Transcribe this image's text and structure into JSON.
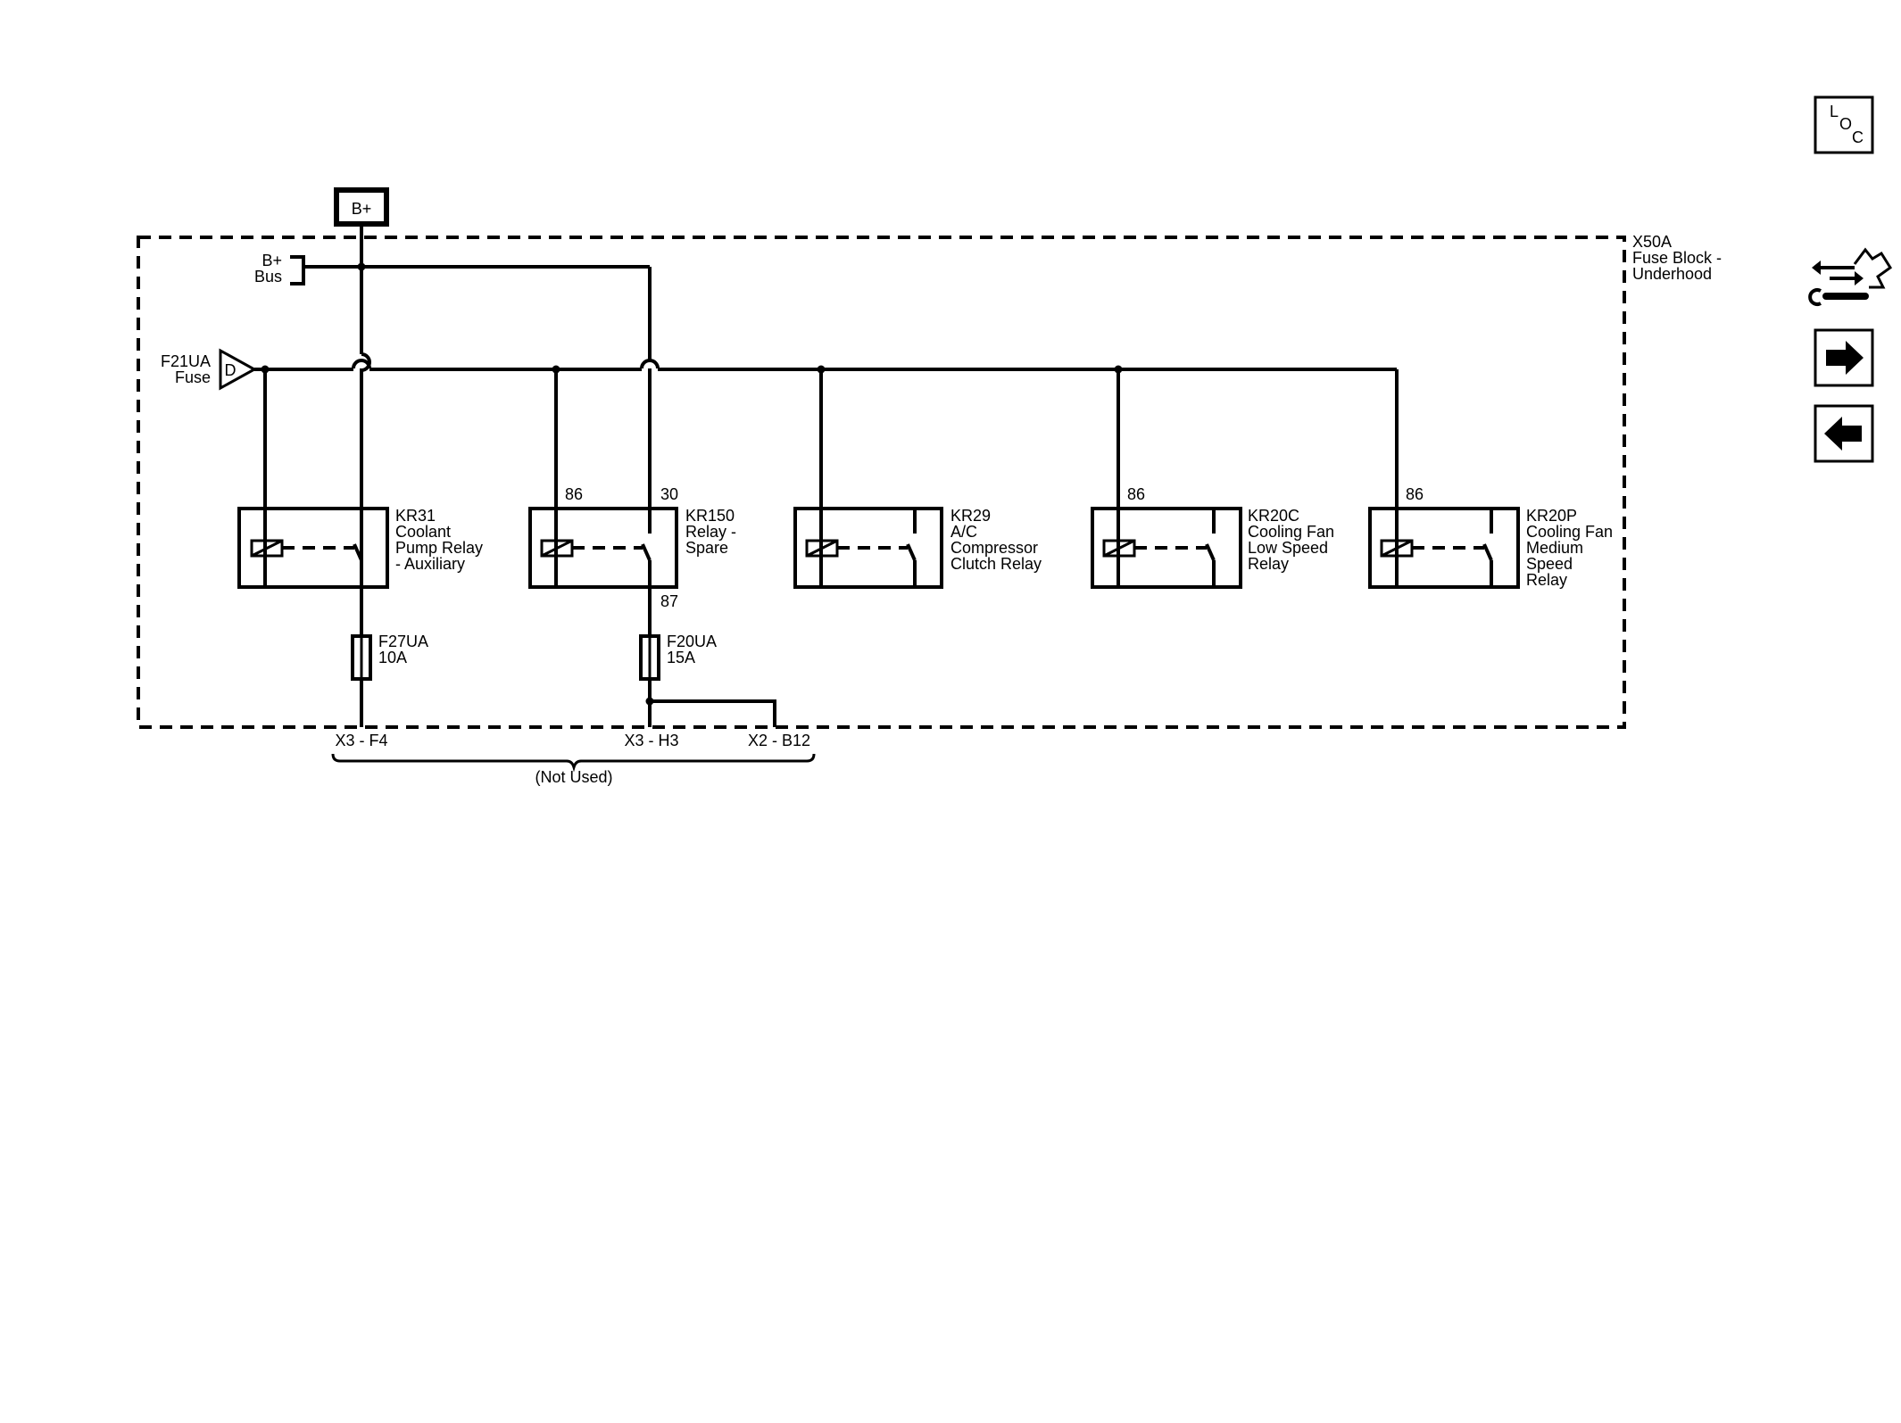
{
  "battery": {
    "label": "B+"
  },
  "bus": {
    "line1": "B+",
    "line2": "Bus"
  },
  "fuse_source": {
    "id": "F21UA",
    "name": "Fuse",
    "connector": "D"
  },
  "fuse_block": {
    "id": "X50A",
    "line2": "Fuse Block -",
    "line3": "Underhood"
  },
  "relays": [
    {
      "id": "KR31",
      "lines": [
        "Coolant",
        "Pump Relay",
        "- Auxiliary"
      ]
    },
    {
      "id": "KR150",
      "lines": [
        "Relay -",
        "Spare"
      ],
      "pin_coil": "86",
      "pin_com": "30",
      "pin_out": "87"
    },
    {
      "id": "KR29",
      "lines": [
        "A/C",
        "Compressor",
        "Clutch Relay"
      ]
    },
    {
      "id": "KR20C",
      "lines": [
        "Cooling Fan",
        "Low Speed",
        "Relay"
      ],
      "pin_coil": "86"
    },
    {
      "id": "KR20P",
      "lines": [
        "Cooling Fan",
        "Medium",
        "Speed",
        "Relay"
      ],
      "pin_coil": "86"
    }
  ],
  "fuses": [
    {
      "id": "F27UA",
      "rating": "10A"
    },
    {
      "id": "F20UA",
      "rating": "15A"
    }
  ],
  "connectors": [
    "X3 - F4",
    "X3 - H3",
    "X2 - B12"
  ],
  "not_used_label": "(Not Used)",
  "nav": {
    "loc": {
      "l": "L",
      "o": "O",
      "c": "C"
    },
    "forward_icon": "arrow-right-icon",
    "back_icon": "arrow-left-icon",
    "service_icon": "connector-wrench-icon"
  }
}
